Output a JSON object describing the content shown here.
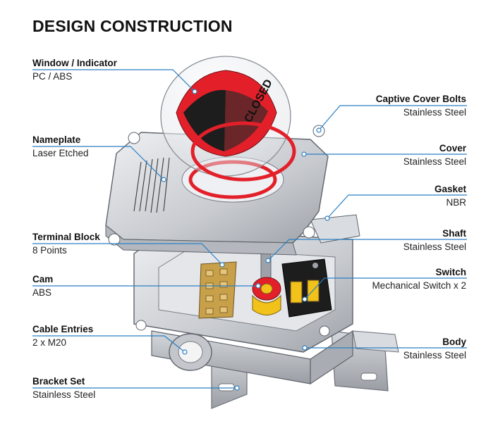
{
  "title": "DESIGN CONSTRUCTION",
  "colors": {
    "leader_line": "#2a7fc4",
    "indicator_red": "#e3202a",
    "indicator_black": "#1d1d1d",
    "body_gray": "#c9ccd0",
    "brass": "#c8a04a",
    "switch_yellow": "#f2c21a"
  },
  "labels_left": [
    {
      "name": "Window / Indicator",
      "material": "PC / ABS"
    },
    {
      "name": "Nameplate",
      "material": "Laser Etched"
    },
    {
      "name": "Terminal Block",
      "material": "8 Points"
    },
    {
      "name": "Cam",
      "material": "ABS"
    },
    {
      "name": "Cable Entries",
      "material": "2 x M20"
    },
    {
      "name": "Bracket Set",
      "material": "Stainless Steel"
    }
  ],
  "labels_right": [
    {
      "name": "Captive Cover Bolts",
      "material": "Stainless Steel"
    },
    {
      "name": "Cover",
      "material": "Stainless Steel"
    },
    {
      "name": "Gasket",
      "material": "NBR"
    },
    {
      "name": "Shaft",
      "material": "Stainless Steel"
    },
    {
      "name": "Switch",
      "material": "Mechanical Switch x 2"
    },
    {
      "name": "Body",
      "material": "Stainless Steel"
    }
  ],
  "indicator_text": "CLOSED"
}
